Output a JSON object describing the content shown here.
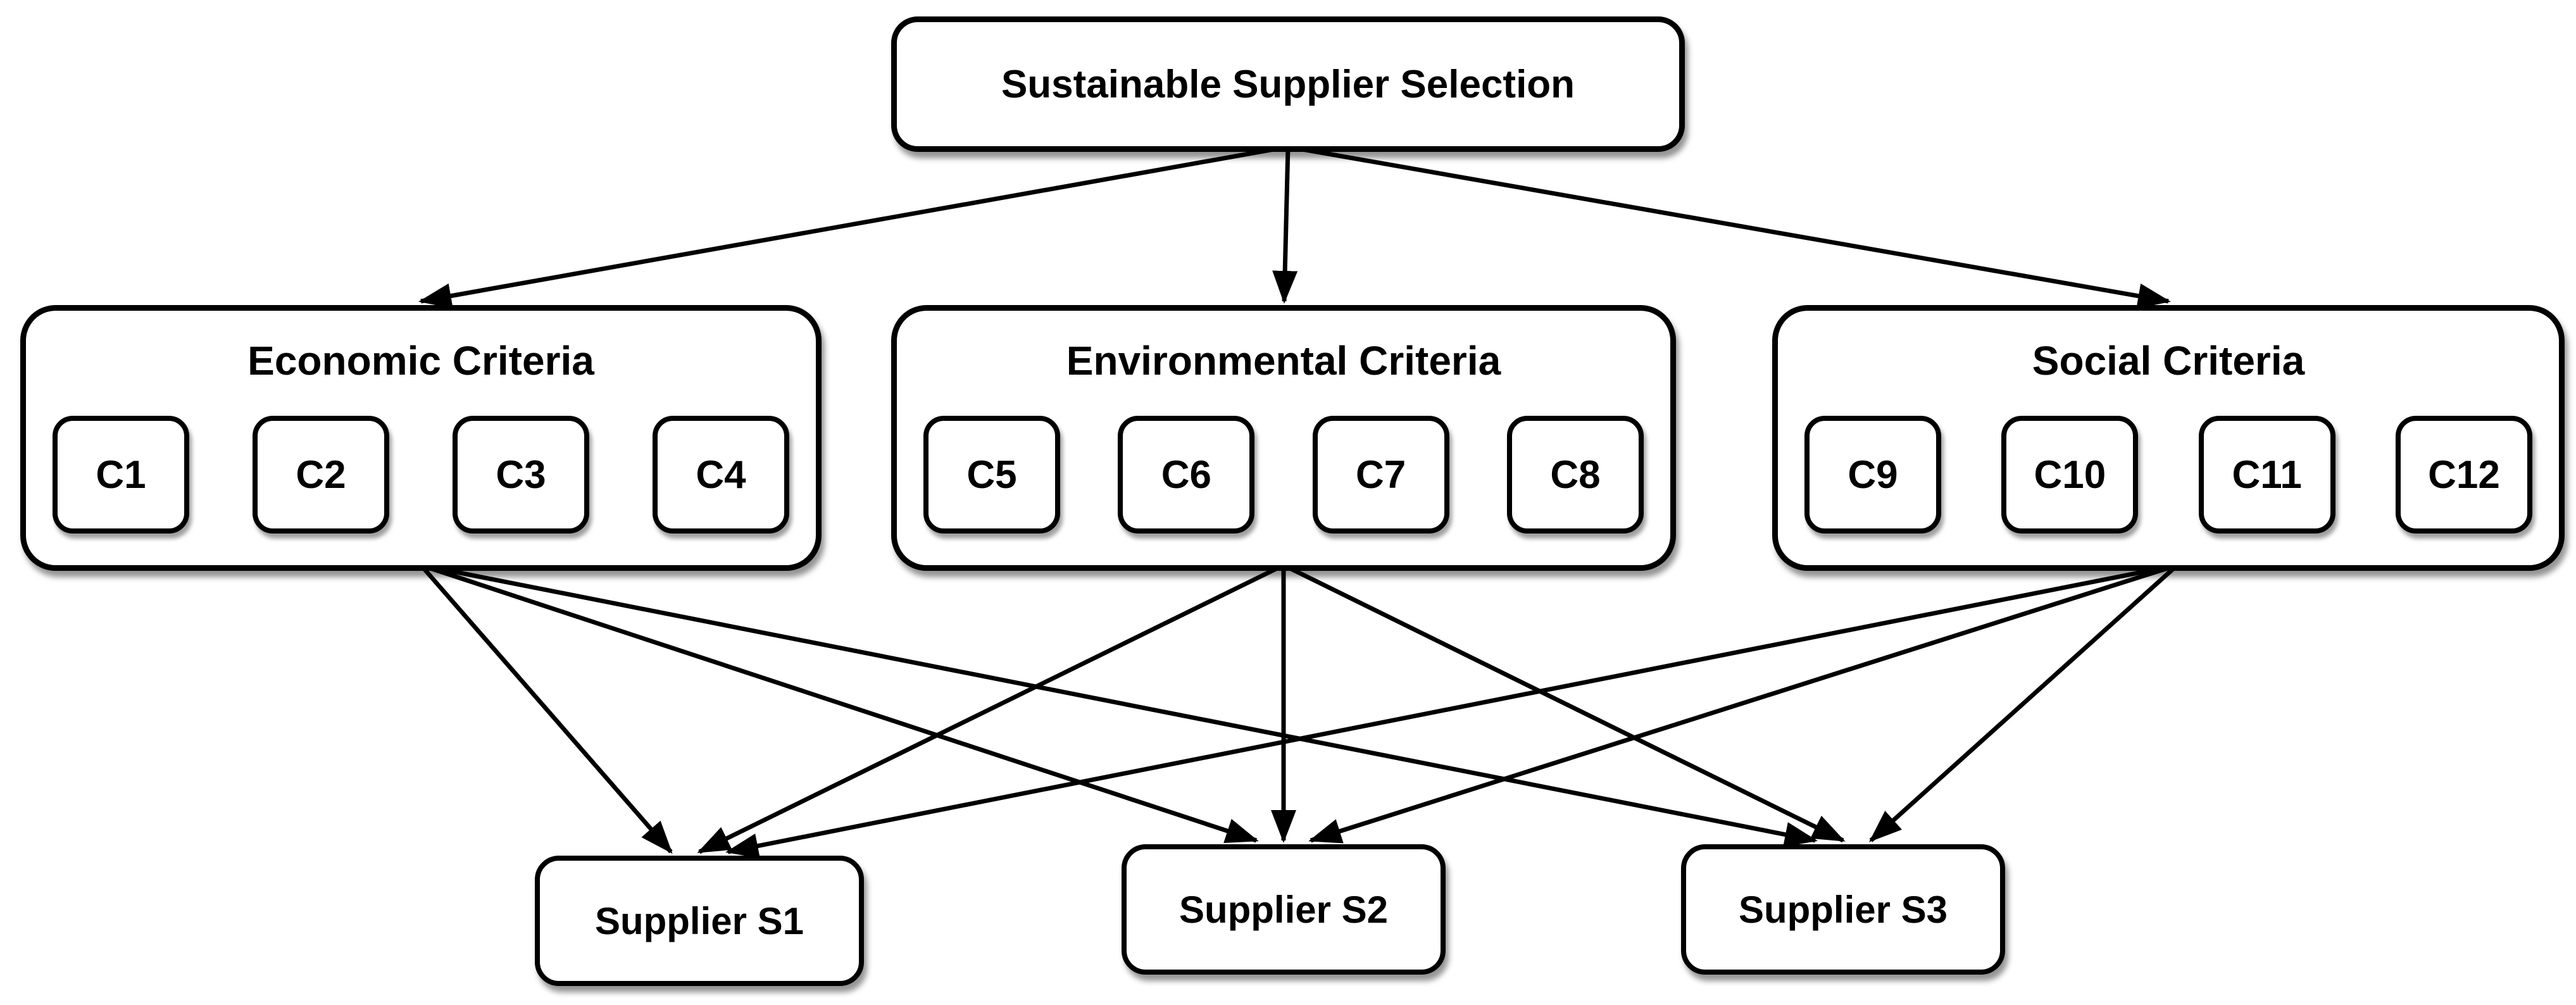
{
  "diagram": {
    "root": {
      "label": "Sustainable Supplier Selection"
    },
    "criteria_groups": [
      {
        "title": "Economic Criteria",
        "sub_criteria": [
          "C1",
          "C2",
          "C3",
          "C4"
        ]
      },
      {
        "title": "Environmental Criteria",
        "sub_criteria": [
          "C5",
          "C6",
          "C7",
          "C8"
        ]
      },
      {
        "title": "Social Criteria",
        "sub_criteria": [
          "C9",
          "C10",
          "C11",
          "C12"
        ]
      }
    ],
    "suppliers": [
      {
        "label": "Supplier S1"
      },
      {
        "label": "Supplier S2"
      },
      {
        "label": "Supplier S3"
      }
    ],
    "edges": {
      "root_to_groups": [
        {
          "from": "Sustainable Supplier Selection",
          "to": "Economic Criteria"
        },
        {
          "from": "Sustainable Supplier Selection",
          "to": "Environmental Criteria"
        },
        {
          "from": "Sustainable Supplier Selection",
          "to": "Social Criteria"
        }
      ],
      "groups_to_suppliers": [
        {
          "from": "Economic Criteria",
          "to": "Supplier S1"
        },
        {
          "from": "Economic Criteria",
          "to": "Supplier S2"
        },
        {
          "from": "Economic Criteria",
          "to": "Supplier S3"
        },
        {
          "from": "Environmental Criteria",
          "to": "Supplier S1"
        },
        {
          "from": "Environmental Criteria",
          "to": "Supplier S2"
        },
        {
          "from": "Environmental Criteria",
          "to": "Supplier S3"
        },
        {
          "from": "Social Criteria",
          "to": "Supplier S1"
        },
        {
          "from": "Social Criteria",
          "to": "Supplier S2"
        },
        {
          "from": "Social Criteria",
          "to": "Supplier S3"
        }
      ]
    },
    "colors": {
      "background": "#ffffff",
      "box_fill": "#ffffff",
      "box_border": "#000000",
      "line": "#000000",
      "text": "#000000"
    }
  }
}
